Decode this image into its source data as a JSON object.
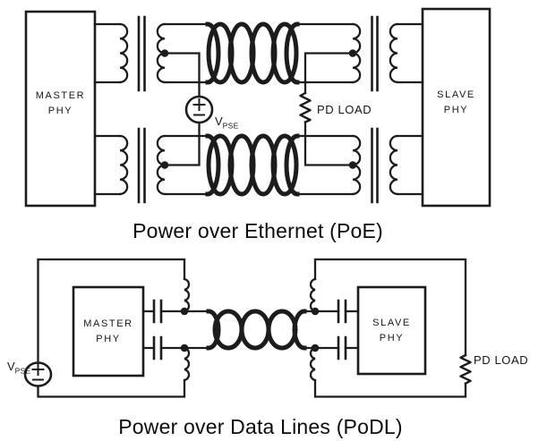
{
  "colors": {
    "line": "#1c1c1c",
    "background": "#ffffff",
    "text": "#161616"
  },
  "poe": {
    "caption": "Power over Ethernet (PoE)",
    "master_label": "MASTER\nPHY",
    "slave_label": "SLAVE\nPHY",
    "source_label": {
      "main": "V",
      "sub": "PSE"
    },
    "load_label": "PD LOAD"
  },
  "podl": {
    "caption": "Power over Data Lines (PoDL)",
    "master_label": "MASTER\nPHY",
    "slave_label": "SLAVE\nPHY",
    "source_label": {
      "main": "V",
      "sub": "PSE"
    },
    "load_label": "PD LOAD"
  }
}
